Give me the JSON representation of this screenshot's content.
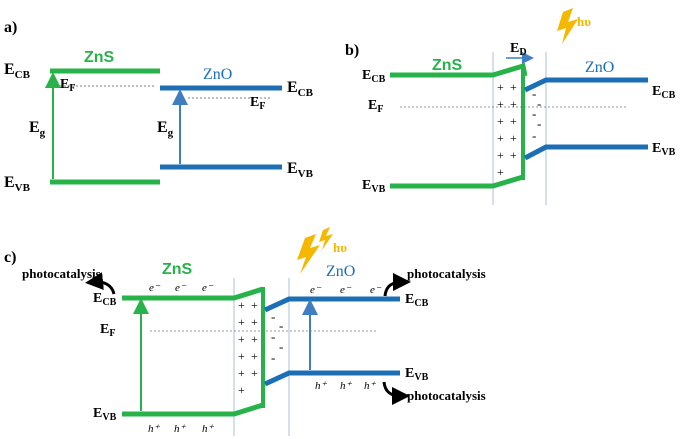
{
  "colors": {
    "green": "#27b34a",
    "blue": "#1c6fb5",
    "arrow_green": "#27b34a",
    "arrow_blue": "#3f7fc0",
    "lightning": "#f5b800",
    "divider": "#a9c3d8",
    "text": "#000000"
  },
  "panel_a": {
    "label": "a)",
    "zns": "ZnS",
    "zno": "ZnO",
    "ecb": "E",
    "ecb_sub": "CB",
    "ef": "E",
    "ef_sub": "F",
    "eg": "E",
    "eg_sub": "g",
    "evb": "E",
    "evb_sub": "VB",
    "ecb_r": "E",
    "ecb_r_sub": "CB",
    "ef_r": "E",
    "ef_r_sub": "F",
    "eg_r": "E",
    "eg_r_sub": "g",
    "evb_r": "E",
    "evb_r_sub": "VB"
  },
  "panel_b": {
    "label": "b)",
    "zns": "ZnS",
    "zno": "ZnO",
    "ed": "E",
    "ed_sub": "D",
    "hv": "hυ",
    "ecb_l": "E",
    "ecb_l_sub": "CB",
    "ef": "E",
    "ef_sub": "F",
    "evb_l": "E",
    "evb_l_sub": "VB",
    "ecb_r": "E",
    "ecb_r_sub": "CB",
    "evb_r": "E",
    "evb_r_sub": "VB",
    "plus": "+",
    "minus": "-"
  },
  "panel_c": {
    "label": "c)",
    "zns": "ZnS",
    "zno": "ZnO",
    "hv": "hυ",
    "photocatalysis_tl": "photocatalysis",
    "photocatalysis_tr": "photocatalysis",
    "photocatalysis_br": "photocatalysis",
    "ecb_l": "E",
    "ecb_l_sub": "CB",
    "ef": "E",
    "ef_sub": "F",
    "evb_l": "E",
    "evb_l_sub": "VB",
    "ecb_r": "E",
    "ecb_r_sub": "CB",
    "evb_r": "E",
    "evb_r_sub": "VB",
    "electron": "e⁻",
    "hole": "h⁺",
    "plus": "+",
    "minus": "-"
  }
}
